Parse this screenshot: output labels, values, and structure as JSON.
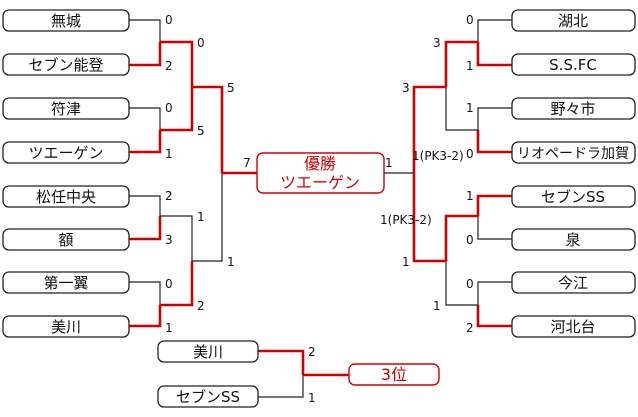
{
  "left_teams": [
    "無城",
    "セブン能登",
    "符津",
    "ツエーゲン",
    "松任中央",
    "額",
    "第一翼",
    "美川"
  ],
  "right_teams": [
    "湖北",
    "S.S.FC",
    "野々市",
    "リオペードラ加賀",
    "セブンSS",
    "泉",
    "今江",
    "河北台"
  ],
  "left_scores": {
    "r1": [
      "0",
      "2",
      "0",
      "1",
      "2",
      "3",
      "0",
      "1"
    ],
    "r2": [
      "0",
      "5",
      "1",
      "2"
    ],
    "r3": [
      "5",
      "1"
    ],
    "final": "7"
  },
  "right_scores": {
    "r1": [
      "0",
      "1",
      "1",
      "0",
      "1",
      "0",
      "0",
      "2"
    ],
    "r2": [
      "3",
      "1(PK3-2)",
      "1(PK3-2)",
      "1"
    ],
    "r3": [
      "3",
      "1"
    ],
    "final": "1"
  },
  "champion": {
    "title": "優勝",
    "name": "ツエーゲン"
  },
  "third_place": {
    "teams": [
      "美川",
      "セブンSS"
    ],
    "scores": [
      "2",
      "1"
    ],
    "label": "3位"
  }
}
